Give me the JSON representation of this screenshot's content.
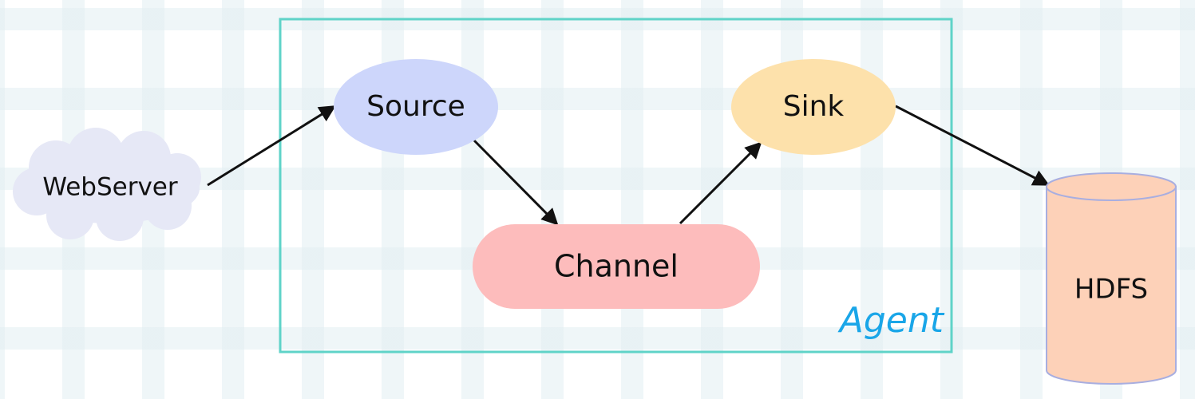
{
  "diagram": {
    "group": {
      "label": "Agent",
      "border_color": "#5fd3c8",
      "label_color": "#1aa6e8"
    },
    "nodes": {
      "webserver": {
        "label": "WebServer",
        "shape": "cloud",
        "fill": "#e6e8f6"
      },
      "source": {
        "label": "Source",
        "shape": "ellipse",
        "fill": "#cdd6fb"
      },
      "channel": {
        "label": "Channel",
        "shape": "stadium",
        "fill": "#fdbcbc"
      },
      "sink": {
        "label": "Sink",
        "shape": "ellipse",
        "fill": "#fde1ab"
      },
      "hdfs": {
        "label": "HDFS",
        "shape": "cylinder",
        "fill": "#fdd1b8",
        "stroke": "#a8aee0"
      }
    },
    "edges": [
      {
        "from": "WebServer",
        "to": "Source"
      },
      {
        "from": "Source",
        "to": "Channel"
      },
      {
        "from": "Channel",
        "to": "Sink"
      },
      {
        "from": "Sink",
        "to": "HDFS"
      }
    ]
  }
}
